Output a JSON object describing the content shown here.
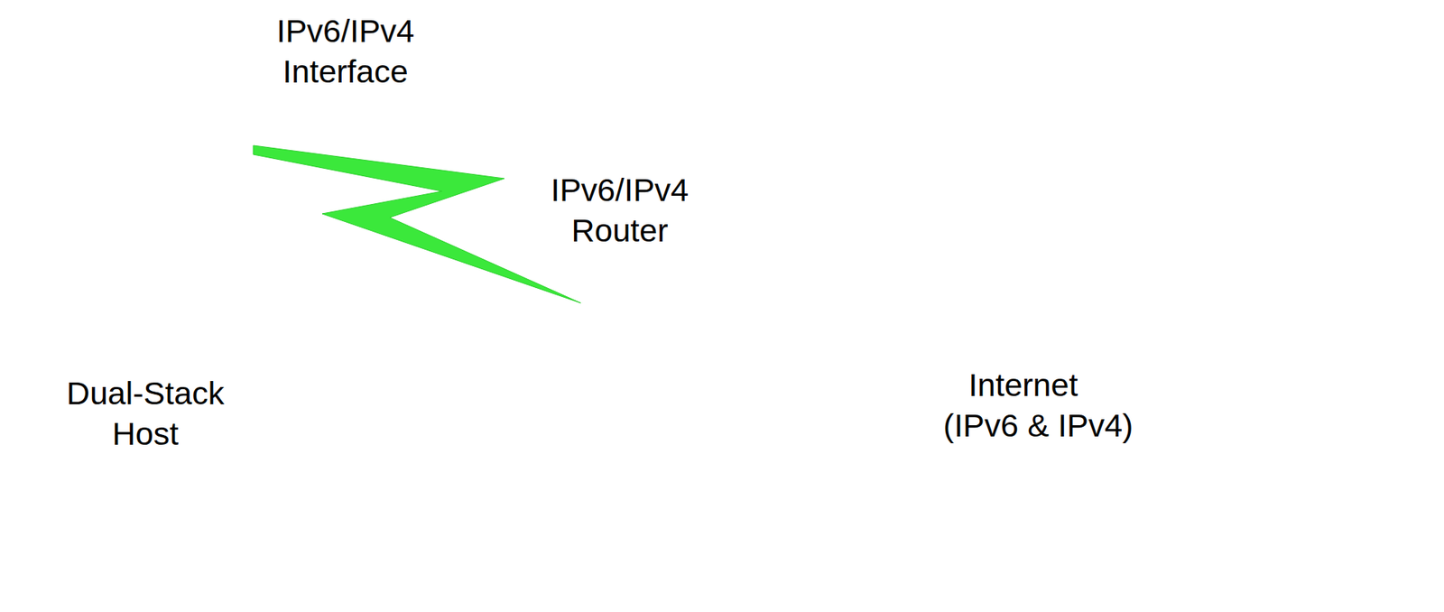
{
  "diagram": {
    "nodes": [
      {
        "text": [
          "IPv6/IPv4 Interface",
          "Dual-Stack Host"
        ]
      },
      {
        "text": [
          "IPv6/IPv4 Router"
        ]
      },
      {
        "text": [
          "Internet (IPv6 & IPv4)"
        ]
      }
    ],
    "edges": [
      {
        "from": 0,
        "to": 1,
        "arrow": "none"
      }
    ]
  }
}
